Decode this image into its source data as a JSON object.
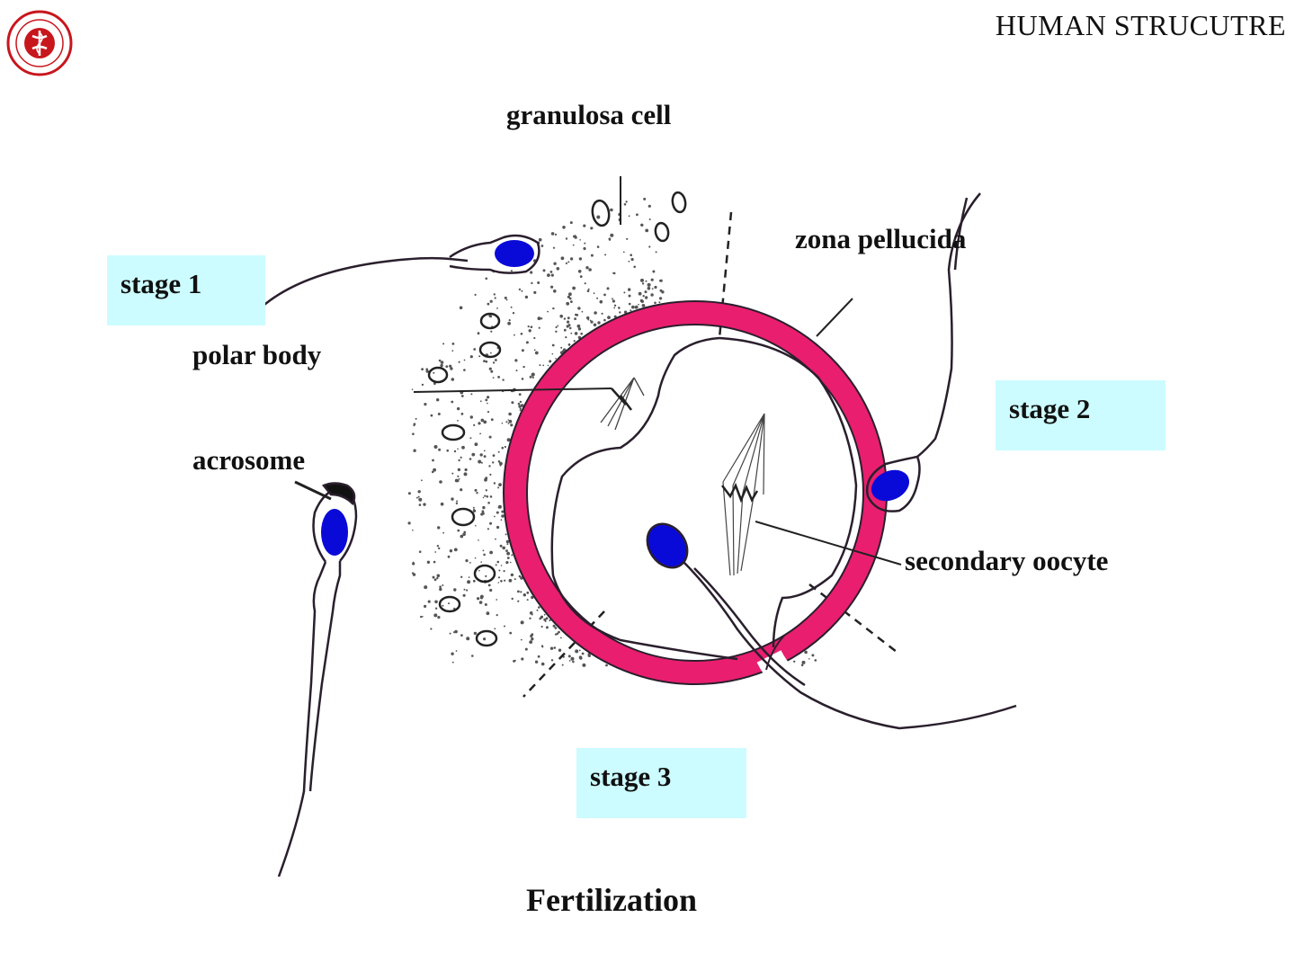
{
  "header": {
    "title": "HUMAN STRUCUTRE",
    "logo_icon": "university-seal-icon",
    "logo_color": "#c8161d"
  },
  "labels": {
    "granulosa_cell": "granulosa cell",
    "zona_pellucida": "zona pellucida",
    "polar_body": "polar body",
    "acrosome": "acrosome",
    "secondary_oocyte": "secondary oocyte"
  },
  "stages": {
    "stage1": "stage 1",
    "stage2": "stage 2",
    "stage3": "stage 3"
  },
  "caption": "Fertilization",
  "colors": {
    "zona_pellucida": "#e91e6f",
    "sperm_nucleus": "#0a0ad8",
    "stage_box": "#ccfcff",
    "outline": "#2a1f2d"
  }
}
